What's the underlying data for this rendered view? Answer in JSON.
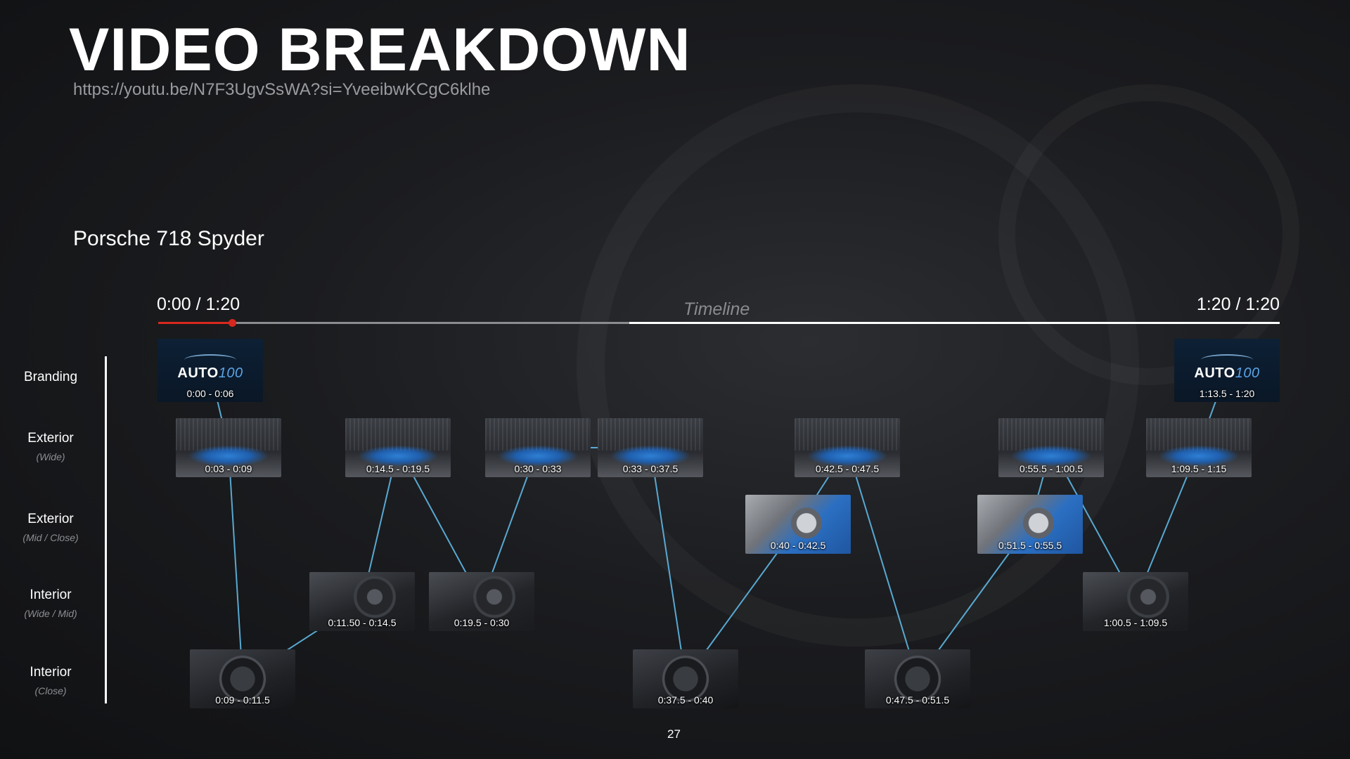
{
  "title": "VIDEO BREAKDOWN",
  "url": "https://youtu.be/N7F3UgvSsWA?si=YveeibwKCgC6klhe",
  "subtitle": "Porsche 718 Spyder",
  "timeline": {
    "start_label": "0:00 / 1:20",
    "end_label": "1:20 / 1:20",
    "label": "Timeline",
    "played_fraction": 0.066,
    "buffered_fraction": 0.42
  },
  "rows": [
    {
      "main": "Branding",
      "sub": ""
    },
    {
      "main": "Exterior",
      "sub": "(Wide)"
    },
    {
      "main": "Exterior",
      "sub": "(Mid / Close)"
    },
    {
      "main": "Interior",
      "sub": "(Wide / Mid)"
    },
    {
      "main": "Interior",
      "sub": "(Close)"
    }
  ],
  "brand_logo": {
    "bold": "AUTO",
    "thin": "100"
  },
  "clips": [
    {
      "time": "0:00 - 0:06",
      "row": 0,
      "thumb": "branding"
    },
    {
      "time": "0:03 - 0:09",
      "row": 1,
      "thumb": "exterior-wide"
    },
    {
      "time": "0:09 - 0:11.5",
      "row": 4,
      "thumb": "interior-close"
    },
    {
      "time": "0:11.50 - 0:14.5",
      "row": 3,
      "thumb": "interior"
    },
    {
      "time": "0:14.5 - 0:19.5",
      "row": 1,
      "thumb": "exterior-wide"
    },
    {
      "time": "0:19.5 - 0:30",
      "row": 3,
      "thumb": "interior"
    },
    {
      "time": "0:30 - 0:33",
      "row": 1,
      "thumb": "exterior-wide"
    },
    {
      "time": "0:33 - 0:37.5",
      "row": 1,
      "thumb": "exterior-wide"
    },
    {
      "time": "0:37.5 - 0:40",
      "row": 4,
      "thumb": "interior-close"
    },
    {
      "time": "0:40 - 0:42.5",
      "row": 2,
      "thumb": "exterior-mid"
    },
    {
      "time": "0:42.5 - 0:47.5",
      "row": 1,
      "thumb": "exterior-wide"
    },
    {
      "time": "0:47.5 - 0:51.5",
      "row": 4,
      "thumb": "interior-close"
    },
    {
      "time": "0:51.5 - 0:55.5",
      "row": 2,
      "thumb": "exterior-mid"
    },
    {
      "time": "0:55.5 - 1:00.5",
      "row": 1,
      "thumb": "exterior-wide"
    },
    {
      "time": "1:00.5 - 1:09.5",
      "row": 3,
      "thumb": "interior"
    },
    {
      "time": "1:09.5 - 1:15",
      "row": 1,
      "thumb": "exterior-wide"
    },
    {
      "time": "1:13.5 - 1:20",
      "row": 0,
      "thumb": "branding"
    }
  ],
  "colors": {
    "link_line": "#5fb8e6",
    "progress_played": "#d8281e",
    "background": "#1b1c1f"
  },
  "page_number": "27"
}
